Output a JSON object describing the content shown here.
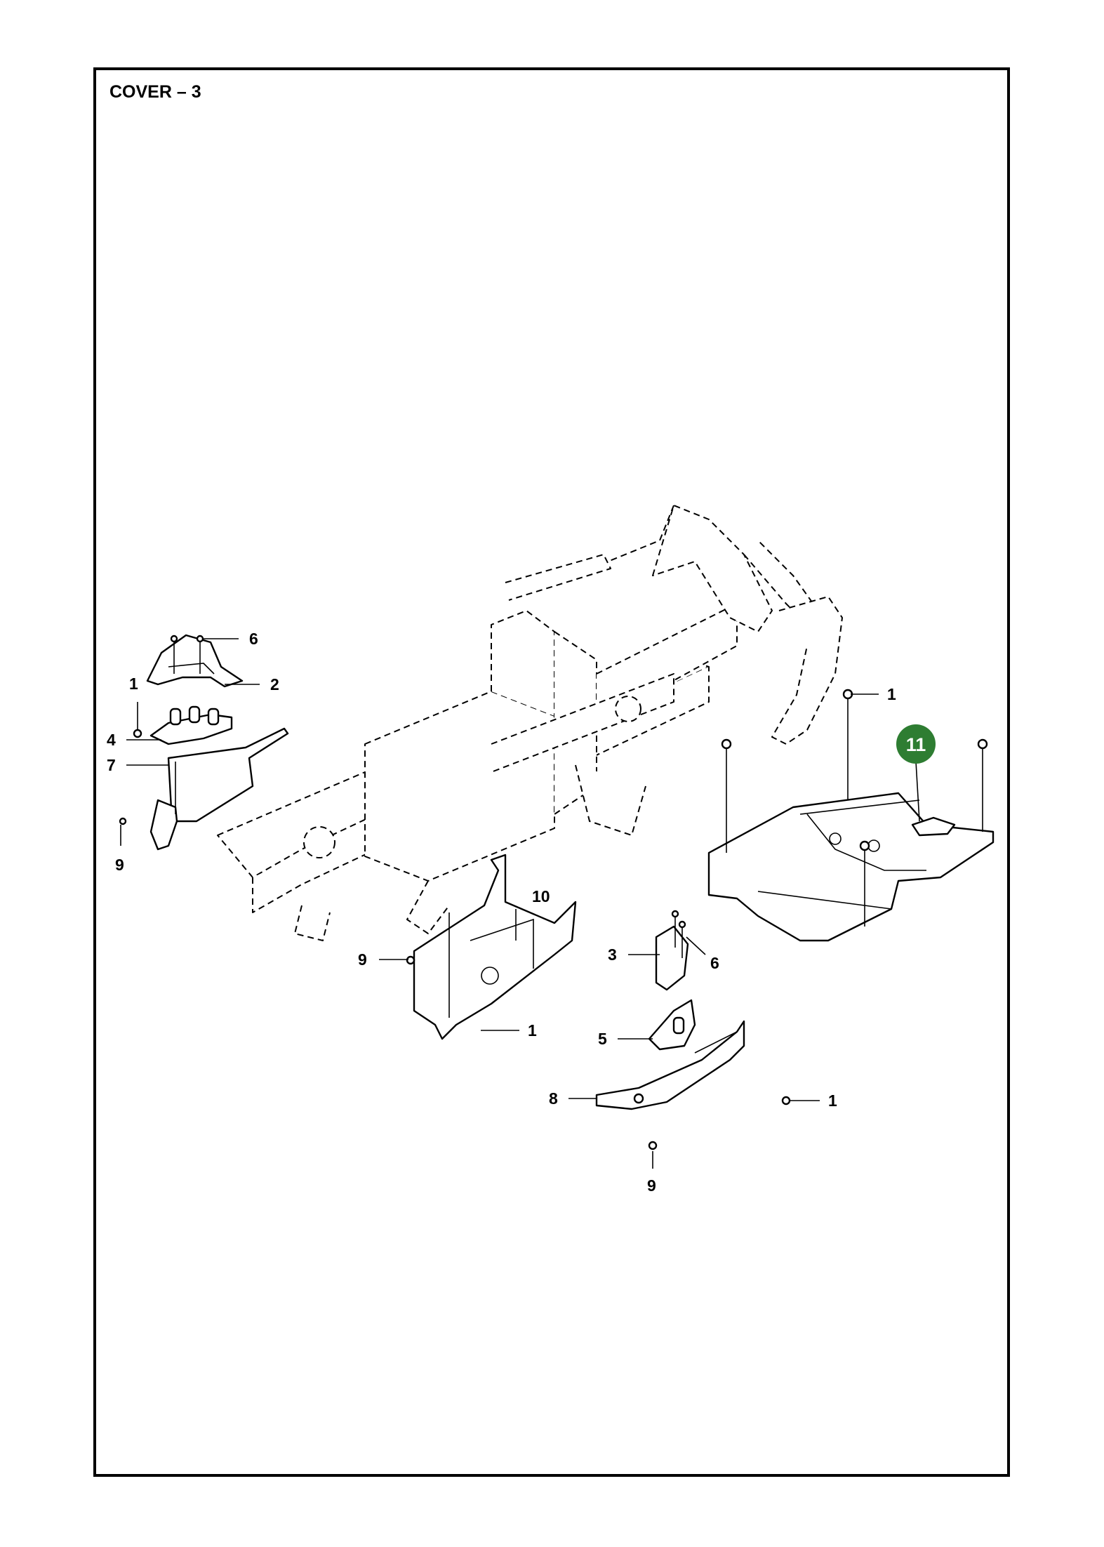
{
  "page": {
    "title": "COVER – 3"
  },
  "callouts": [
    {
      "id": "c6a",
      "label": "6"
    },
    {
      "id": "c1a",
      "label": "1"
    },
    {
      "id": "c2",
      "label": "2"
    },
    {
      "id": "c4",
      "label": "4"
    },
    {
      "id": "c7",
      "label": "7"
    },
    {
      "id": "c9a",
      "label": "9"
    },
    {
      "id": "c1b",
      "label": "1"
    },
    {
      "id": "c10",
      "label": "10"
    },
    {
      "id": "c9b",
      "label": "9"
    },
    {
      "id": "c1c",
      "label": "1"
    },
    {
      "id": "c3",
      "label": "3"
    },
    {
      "id": "c6b",
      "label": "6"
    },
    {
      "id": "c5",
      "label": "5"
    },
    {
      "id": "c8",
      "label": "8"
    },
    {
      "id": "c1d",
      "label": "1"
    },
    {
      "id": "c9c",
      "label": "9"
    }
  ],
  "highlight": {
    "label": "11",
    "color": "#2e7d32"
  }
}
